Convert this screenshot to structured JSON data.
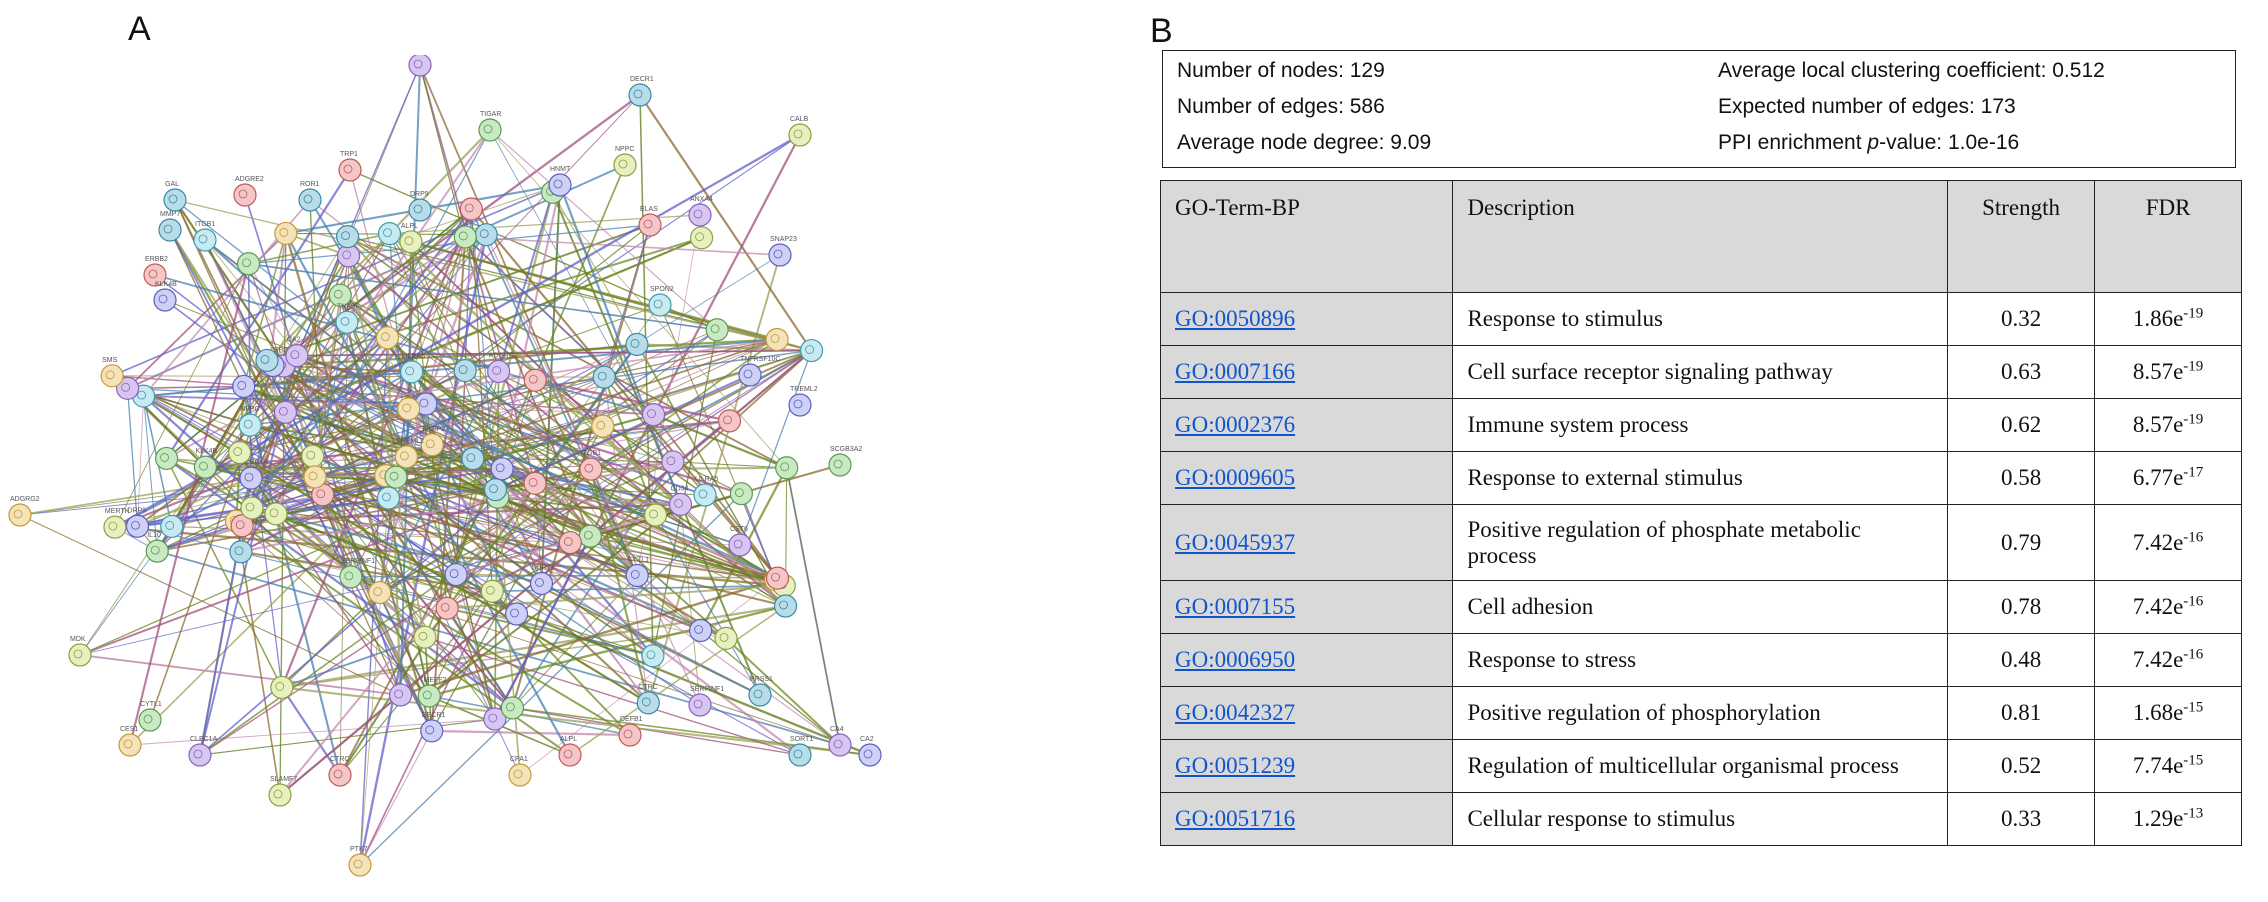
{
  "panels": {
    "a": "A",
    "b": "B"
  },
  "stats": {
    "nodes": "Number of nodes: 129",
    "edges": "Number of edges: 586",
    "degree": "Average node degree: 9.09",
    "clustering": "Average local clustering coefficient: 0.512",
    "expected": "Expected number of edges: 173",
    "ppi_prefix": "PPI enrichment ",
    "ppi_italic": "p",
    "ppi_suffix": "-value: 1.0e-16"
  },
  "table": {
    "headers": {
      "term": "GO-Term-BP",
      "description": "Description",
      "strength": "Strength",
      "fdr": "FDR"
    },
    "rows": [
      {
        "term": "GO:0050896",
        "description": "Response to stimulus",
        "strength": "0.32",
        "fdr_base": "1.86e",
        "fdr_exp": "-19"
      },
      {
        "term": "GO:0007166",
        "description": "Cell surface receptor signaling pathway",
        "strength": "0.63",
        "fdr_base": "8.57e",
        "fdr_exp": "-19"
      },
      {
        "term": "GO:0002376",
        "description": "Immune system process",
        "strength": "0.62",
        "fdr_base": "8.57e",
        "fdr_exp": "-19"
      },
      {
        "term": "GO:0009605",
        "description": "Response to external stimulus",
        "strength": "0.58",
        "fdr_base": "6.77e",
        "fdr_exp": "-17"
      },
      {
        "term": "GO:0045937",
        "description": "Positive regulation of phosphate metabolic process",
        "strength": "0.79",
        "fdr_base": "7.42e",
        "fdr_exp": "-16"
      },
      {
        "term": "GO:0007155",
        "description": "Cell adhesion",
        "strength": "0.78",
        "fdr_base": "7.42e",
        "fdr_exp": "-16"
      },
      {
        "term": "GO:0006950",
        "description": "Response to stress",
        "strength": "0.48",
        "fdr_base": "7.42e",
        "fdr_exp": "-16"
      },
      {
        "term": "GO:0042327",
        "description": "Positive regulation of phosphorylation",
        "strength": "0.81",
        "fdr_base": "1.68e",
        "fdr_exp": "-15"
      },
      {
        "term": "GO:0051239",
        "description": "Regulation of multicellular organismal process",
        "strength": "0.52",
        "fdr_base": "7.74e",
        "fdr_exp": "-15"
      },
      {
        "term": "GO:0051716",
        "description": "Cellular response to stimulus",
        "strength": "0.33",
        "fdr_base": "1.29e",
        "fdr_exp": "-13"
      }
    ]
  },
  "network": {
    "node_labels": [
      "KLK4B",
      "ELAS",
      "ANXA4",
      "SNAP23",
      "SPON2",
      "TNFRSF10C",
      "TREML2",
      "SCGB3A2",
      "LILRA5",
      "CST6",
      "ADGRG2",
      "MDK",
      "CYTL1",
      "CES1",
      "CLEC1A",
      "SLAMF7",
      "CTRC",
      "CPA1",
      "ALPL",
      "DEFB1",
      "SERPINF1",
      "PRSS1",
      "SORT1",
      "CA4",
      "CA2",
      "PTK7",
      "NPPC",
      "NPTX",
      "CD34",
      "ENPP7",
      "MERTK",
      "TYRO3",
      "IL10",
      "TF",
      "SMS",
      "DNAJ",
      "TMEFF2",
      "PDGF",
      "TNFSF",
      "SERPINA3",
      "ENPP2",
      "TYMP",
      "TIGAR",
      "TRP1",
      "DECR1",
      "CALB",
      "ADGRE2",
      "ROR1",
      "DRP9",
      "HNMT",
      "GAL",
      "MMP7",
      "ITGB1",
      "ERBB2"
    ]
  }
}
